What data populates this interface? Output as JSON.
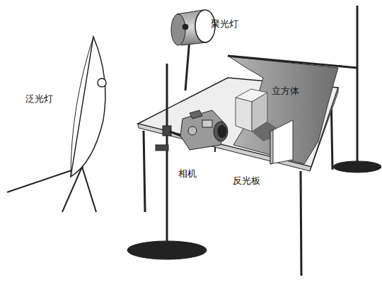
{
  "diagram": {
    "labels": [
      "聚光灯",
      "泛光灯",
      "立方体",
      "相机",
      "反光板"
    ]
  }
}
